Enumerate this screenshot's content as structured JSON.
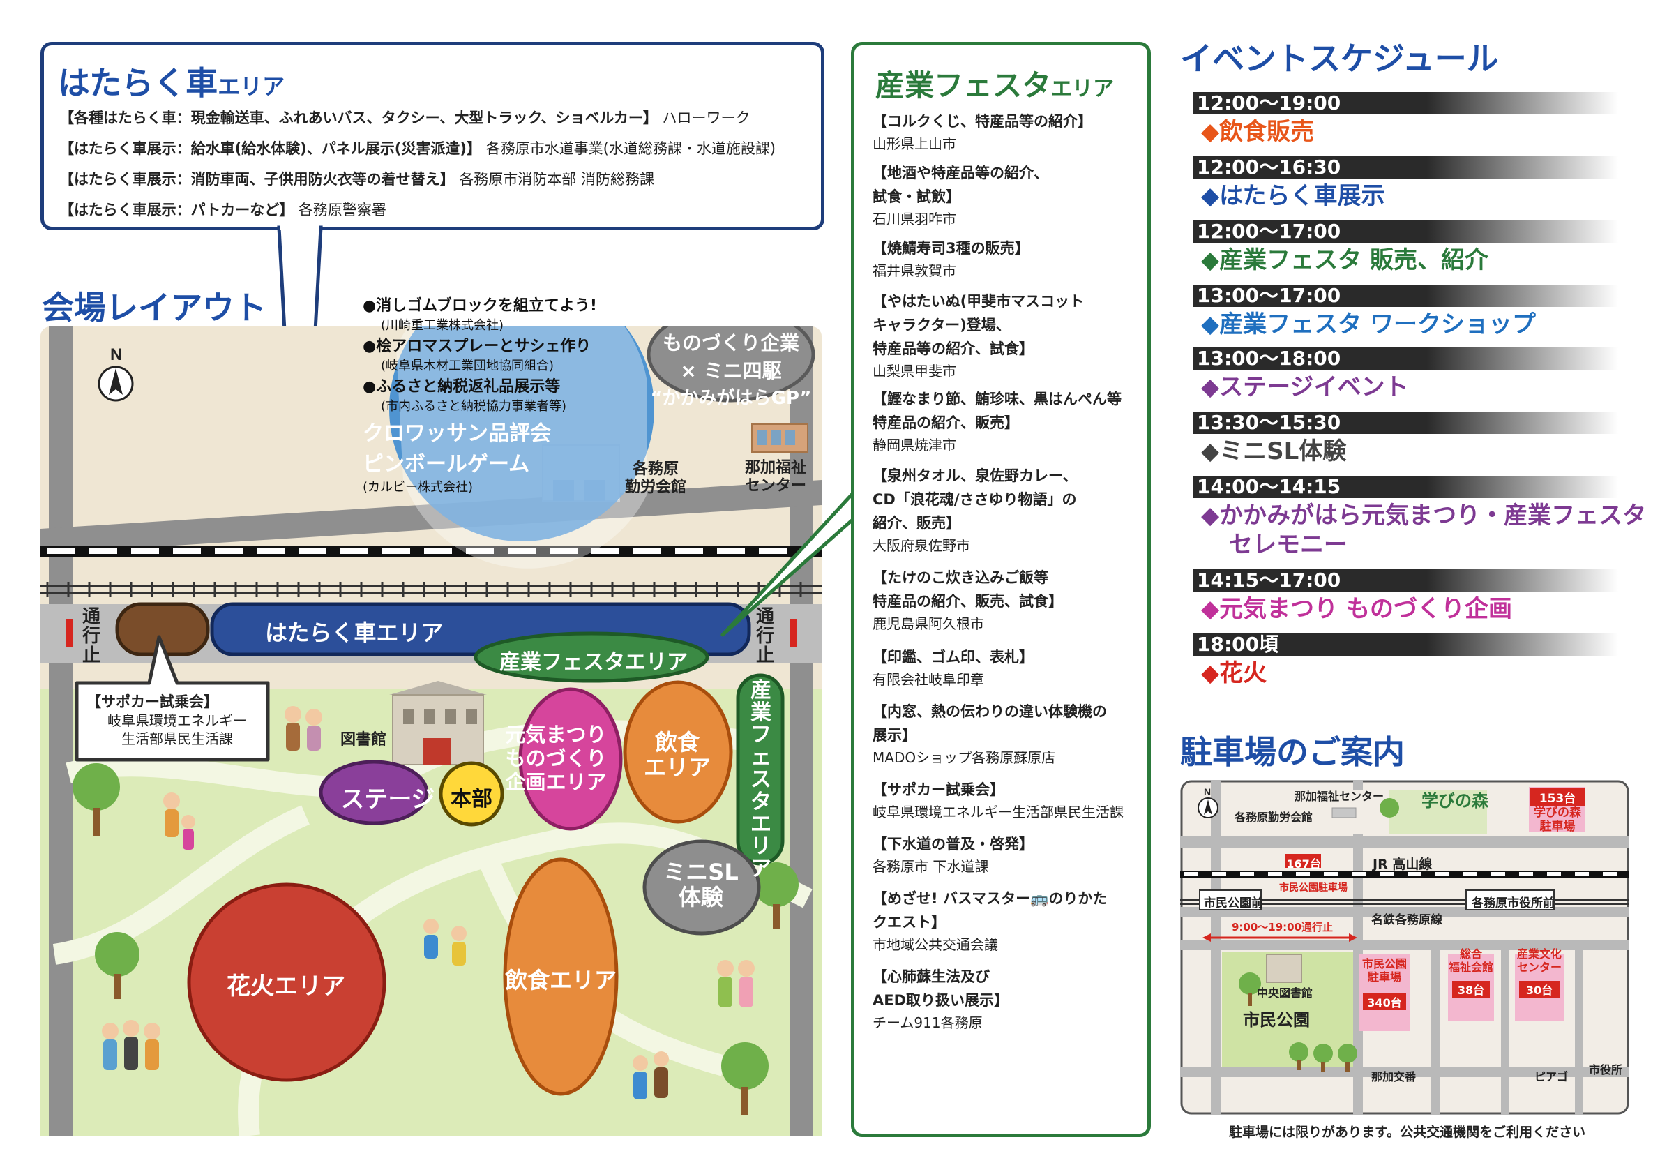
{
  "hataraku": {
    "title": "はたらく車",
    "title_suffix": "エリア",
    "lines": [
      {
        "head": "【各種はたらく車：現金輸送車、ふれあいバス、タクシー、大型トラック、ショベルカー】",
        "org": "ハローワーク"
      },
      {
        "head": "【はたらく車展示：給水車(給水体験)、パネル展示(災害派遣)】",
        "org": "各務原市水道事業(水道総務課・水道施設課)"
      },
      {
        "head": "【はたらく車展示：消防車両、子供用防火衣等の着せ替え】",
        "org": "各務原市消防本部 消防総務課"
      },
      {
        "head": "【はたらく車展示：パトカーなど】",
        "org": "各務原警察署"
      }
    ]
  },
  "layout": {
    "title": "会場レイアウト",
    "north": "N",
    "workshop": {
      "title": "産業フェスタワークショップ",
      "items": [
        {
          "name": "●消しゴムブロックを組立てよう!",
          "org": "(川崎重工業株式会社)"
        },
        {
          "name": "●桧アロマスプレーとサシェ作り",
          "org": "(岐阜県木材工業団地協同組合)"
        },
        {
          "name": "●ふるさと納税返礼品展示等",
          "org": "(市内ふるさと納税協力事業者等)"
        }
      ],
      "extra1": "クロワッサン品評会",
      "extra2": "ピンボールゲーム",
      "extra_org": "(カルビー株式会社)"
    },
    "monozukuri": {
      "line1": "ものづくり企業",
      "line2": "× ミニ四駆",
      "line3": "“かかみがはらGP”"
    },
    "kinrou": "各務原\n勤労会館",
    "naka": "那加福祉\nセンター",
    "closed_left": "通行止",
    "closed_right": "通行止",
    "hataraku_area": "はたらく車エリア",
    "festa_area": "産業フェスタエリア",
    "festa_area_v": "産業フェスタエリア",
    "sapoka": {
      "title": "【サポカー試乗会】",
      "org": "岐阜県環境エネルギー\n生活部県民生活課"
    },
    "library": "図書館",
    "stage": "ステージ",
    "honbu": "本部",
    "genki": "元気まつり\nものづくり\n企画エリア",
    "food1": "飲食\nエリア",
    "minisl": "ミニSL\n体験",
    "hanabi": "花火エリア",
    "food2": "飲食エリア"
  },
  "festa": {
    "title": "産業フェスタ",
    "title_suffix": "エリア",
    "items": [
      {
        "head": "【コルクくじ、特産品等の紹介】",
        "org": "山形県上山市"
      },
      {
        "head": "【地酒や特産品等の紹介、\n試食・試飲】",
        "org": "石川県羽咋市"
      },
      {
        "head": "【焼鯖寿司3種の販売】",
        "org": "福井県敦賀市"
      },
      {
        "head": "【やはたいぬ(甲斐市マスコット\nキャラクター)登場、\n特産品等の紹介、試食】",
        "org": "山梨県甲斐市"
      },
      {
        "head": "【鰹なまり節、鮪珍味、黒はんぺん等\n特産品の紹介、販売】",
        "org": "静岡県焼津市"
      },
      {
        "head": "【泉州タオル、泉佐野カレー、\nCD「浪花魂/ささゆり物語」の\n紹介、販売】",
        "org": "大阪府泉佐野市"
      },
      {
        "head": "【たけのこ炊き込みご飯等\n特産品の紹介、販売、試食】",
        "org": "鹿児島県阿久根市"
      },
      {
        "head": "【印鑑、ゴム印、表札】",
        "org": "有限会社岐阜印章"
      },
      {
        "head": "【内窓、熱の伝わりの違い体験機の\n展示】",
        "org": "MADOショップ各務原蘇原店"
      },
      {
        "head": "【サポカー試乗会】",
        "org": "岐阜県環境エネルギー生活部県民生活課"
      },
      {
        "head": "【下水道の普及・啓発】",
        "org": "各務原市 下水道課"
      },
      {
        "head": "【めざせ! バスマスター🚌のりかた\nクエスト】",
        "org": "市地域公共交通会議"
      },
      {
        "head": "【心肺蘇生法及び\nAED取り扱い展示】",
        "org": "チーム911各務原"
      }
    ]
  },
  "schedule": {
    "title": "イベントスケジュール",
    "items": [
      {
        "time": "12:00〜19:00",
        "event": "◆飲食販売",
        "color": "#e8561a"
      },
      {
        "time": "12:00〜16:30",
        "event": "◆はたらく車展示",
        "color": "#1e4ea6"
      },
      {
        "time": "12:00〜17:00",
        "event": "◆産業フェスタ 販売、紹介",
        "color": "#2b7a3b"
      },
      {
        "time": "13:00〜17:00",
        "event": "◆産業フェスタ ワークショップ",
        "color": "#1f6fbf"
      },
      {
        "time": "13:00〜18:00",
        "event": "◆ステージイベント",
        "color": "#7d3a92"
      },
      {
        "time": "13:30〜15:30",
        "event": "◆ミニSL体験",
        "color": "#444444"
      },
      {
        "time": "14:00〜14:15",
        "event": "◆かかみがはら元気まつり・産業フェスタ",
        "event2": "セレモニー",
        "color": "#7d3a92"
      },
      {
        "time": "14:15〜17:00",
        "event": "◆元気まつり ものづくり企画",
        "color": "#c0319a"
      },
      {
        "time": "18:00頃",
        "event": "◆花火",
        "color": "#d6261f"
      }
    ]
  },
  "parking": {
    "title": "駐車場のご案内",
    "note": "駐車場には限りがあります。公共交通機関をご利用ください",
    "north": "N",
    "naka": "那加福祉センター",
    "kinrou": "各務原勤労会館",
    "manabi": "学びの森",
    "manabi_lot": {
      "count": "153台",
      "name": "学びの森\n駐車場"
    },
    "lot167": "167台",
    "lot167_name": "市民公園駐車場",
    "jr": "JR 高山線",
    "station1": "市民公園前",
    "station2": "各務原市役所前",
    "meitetsu": "名鉄各務原線",
    "closed": "9:00〜19:00通行止",
    "library": "中央図書館",
    "park": "市民公園",
    "lot340": {
      "name": "市民公園\n駐車場",
      "count": "340台"
    },
    "lot38": {
      "name": "総合\n福祉会館",
      "count": "38台"
    },
    "lot30": {
      "name": "産業文化\nセンター",
      "count": "30台"
    },
    "nakakoban": "那加交番",
    "piago": "ピアゴ",
    "shiyakusho": "市役所"
  }
}
